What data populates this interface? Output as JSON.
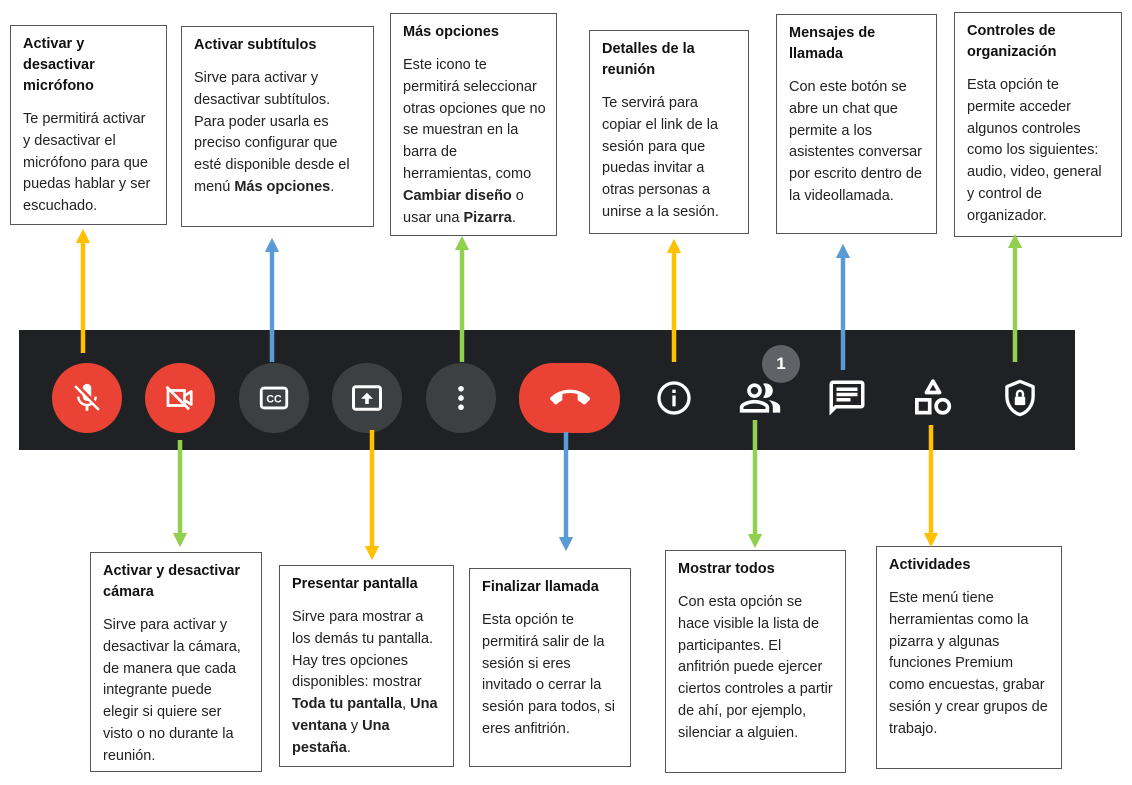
{
  "colors": {
    "toolbar": "#202124",
    "red": "#ea4335",
    "dark_button": "#3c4043",
    "yellow": "#ffc000",
    "blue": "#5b9bd5",
    "green": "#92d050",
    "badge": "#5f6368"
  },
  "toolbar": {
    "buttons": [
      {
        "id": "mic",
        "icon": "mic-off-icon"
      },
      {
        "id": "camera",
        "icon": "videocam-off-icon"
      },
      {
        "id": "captions",
        "icon": "closed-captions-icon"
      },
      {
        "id": "present",
        "icon": "present-screen-icon"
      },
      {
        "id": "more",
        "icon": "more-vert-icon"
      },
      {
        "id": "hangup",
        "icon": "call-end-icon"
      },
      {
        "id": "info",
        "icon": "info-icon"
      },
      {
        "id": "people",
        "icon": "people-icon",
        "badge": "1"
      },
      {
        "id": "chat",
        "icon": "chat-icon"
      },
      {
        "id": "activities",
        "icon": "activities-shapes-icon"
      },
      {
        "id": "host",
        "icon": "host-controls-shield-icon"
      }
    ]
  },
  "callouts": {
    "mic": {
      "title": "Activar y desactivar micrófono",
      "body": [
        {
          "t": "Te permitirá activar y desactivar el micrófono para que puedas hablar y ser escuchado."
        }
      ]
    },
    "captions": {
      "title": "Activar subtítulos",
      "body": [
        {
          "t": "Sirve para activar y desactivar subtítulos. Para poder usarla es preciso configurar que esté disponible desde el menú "
        },
        {
          "t": "Más opciones",
          "b": true
        },
        {
          "t": "."
        }
      ]
    },
    "more": {
      "title": "Más opciones",
      "body": [
        {
          "t": "Este icono te permitirá seleccionar otras opciones que no se muestran en la barra de herramientas, como "
        },
        {
          "t": "Cambiar diseño",
          "b": true
        },
        {
          "t": " o usar una "
        },
        {
          "t": "Pizarra",
          "b": true
        },
        {
          "t": "."
        }
      ]
    },
    "details": {
      "title": "Detalles de la reunión",
      "body": [
        {
          "t": "Te servirá para copiar el link de la sesión para que puedas invitar a otras personas a unirse a la sesión."
        }
      ]
    },
    "chat": {
      "title": "Mensajes de llamada",
      "body": [
        {
          "t": "Con este botón se abre un chat que permite a los asistentes conversar por escrito dentro de la videollamada."
        }
      ]
    },
    "host": {
      "title": "Controles de organización",
      "body": [
        {
          "t": "Esta opción te permite acceder algunos controles como los siguientes: audio, video, general y control de organizador."
        }
      ]
    },
    "camera": {
      "title": "Activar y desactivar cámara",
      "body": [
        {
          "t": "Sirve para activar y desactivar la cámara, de manera que cada integrante puede elegir si quiere ser visto o no durante la reunión."
        }
      ]
    },
    "present": {
      "title": "Presentar pantalla",
      "body": [
        {
          "t": "Sirve para mostrar a los demás tu pantalla. Hay tres opciones disponibles: mostrar "
        },
        {
          "t": "Toda tu pantalla",
          "b": true
        },
        {
          "t": ", "
        },
        {
          "t": "Una ventana",
          "b": true
        },
        {
          "t": " y "
        },
        {
          "t": "Una pestaña",
          "b": true
        },
        {
          "t": "."
        }
      ]
    },
    "hangup": {
      "title": "Finalizar llamada",
      "body": [
        {
          "t": "Esta opción te permitirá salir de la sesión si eres invitado o cerrar la sesión para todos, si eres anfitrión."
        }
      ]
    },
    "people": {
      "title": "Mostrar todos",
      "body": [
        {
          "t": "Con esta opción se hace visible la lista de participantes. El anfitrión puede ejercer ciertos controles a partir de ahí, por ejemplo, silenciar a alguien."
        }
      ]
    },
    "activities": {
      "title": "Actividades",
      "body": [
        {
          "t": "Este menú tiene herramientas como la pizarra y algunas funciones Premium como encuestas, grabar sesión y crear grupos de trabajo."
        }
      ]
    }
  }
}
